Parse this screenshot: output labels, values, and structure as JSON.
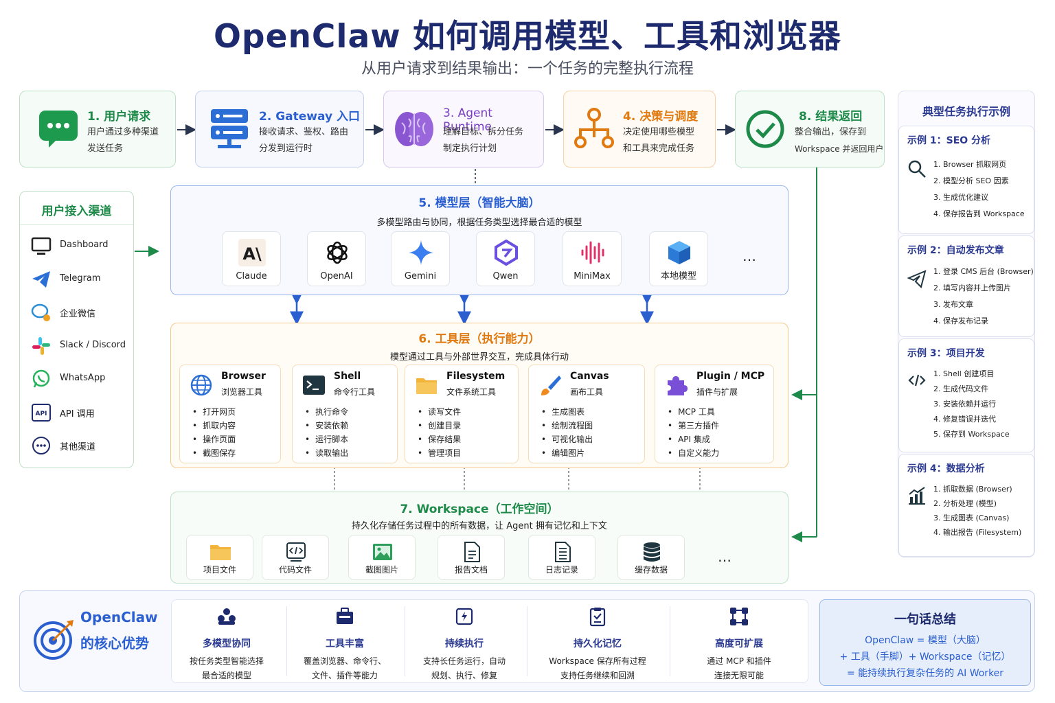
{
  "header": {
    "title": "OpenClaw 如何调用模型、工具和浏览器",
    "subtitle": "从用户请求到结果输出：一个任务的完整执行流程"
  },
  "steps": [
    {
      "title": "1. 用户请求",
      "line1": "用户通过多种渠道",
      "line2": "发送任务",
      "color": "#1e8a4a"
    },
    {
      "title": "2. Gateway 入口",
      "line1": "接收请求、鉴权、路由",
      "line2": "分发到运行时",
      "color": "#2b5fd0"
    },
    {
      "title": "3. Agent Runtime",
      "line1": "理解目标、拆分任务",
      "line2": "制定执行计划",
      "color": "#7b3fc4"
    },
    {
      "title": "4. 决策与调度",
      "line1": "决定使用哪些模型",
      "line2": "和工具来完成任务",
      "color": "#e07a10"
    },
    {
      "title": "8. 结果返回",
      "line1": "整合输出，保存到",
      "line2": "Workspace 并返回用户",
      "color": "#1e8a4a"
    }
  ],
  "channels": {
    "title": "用户接入渠道",
    "items": [
      {
        "label": "Dashboard",
        "icon": "monitor-icon"
      },
      {
        "label": "Telegram",
        "icon": "telegram-icon"
      },
      {
        "label": "企业微信",
        "icon": "wecom-icon"
      },
      {
        "label": "Slack / Discord",
        "icon": "slack-icon"
      },
      {
        "label": "WhatsApp",
        "icon": "whatsapp-icon"
      },
      {
        "label": "API 调用",
        "icon": "api-icon"
      },
      {
        "label": "其他渠道",
        "icon": "more-icon"
      }
    ]
  },
  "model_layer": {
    "title": "5. 模型层（智能大脑）",
    "desc": "多模型路由与协同，根据任务类型选择最合适的模型",
    "models": [
      "Claude",
      "OpenAI",
      "Gemini",
      "Qwen",
      "MiniMax",
      "本地模型"
    ],
    "more": "…"
  },
  "tool_layer": {
    "title": "6. 工具层（执行能力）",
    "desc": "模型通过工具与外部世界交互，完成具体行动",
    "tools": [
      {
        "name": "Browser",
        "sub": "浏览器工具",
        "items": [
          "打开网页",
          "抓取内容",
          "操作页面",
          "截图保存"
        ]
      },
      {
        "name": "Shell",
        "sub": "命令行工具",
        "items": [
          "执行命令",
          "安装依赖",
          "运行脚本",
          "读取输出"
        ]
      },
      {
        "name": "Filesystem",
        "sub": "文件系统工具",
        "items": [
          "读写文件",
          "创建目录",
          "保存结果",
          "管理项目"
        ]
      },
      {
        "name": "Canvas",
        "sub": "画布工具",
        "items": [
          "生成图表",
          "绘制流程图",
          "可视化输出",
          "编辑图片"
        ]
      },
      {
        "name": "Plugin / MCP",
        "sub": "插件与扩展",
        "items": [
          "MCP 工具",
          "第三方插件",
          "API 集成",
          "自定义能力"
        ]
      }
    ]
  },
  "workspace": {
    "title": "7. Workspace（工作空间）",
    "desc": "持久化存储任务过程中的所有数据，让 Agent 拥有记忆和上下文",
    "items": [
      "项目文件",
      "代码文件",
      "截图图片",
      "报告文档",
      "日志记录",
      "缓存数据"
    ],
    "more": "…"
  },
  "examples": {
    "title": "典型任务执行示例",
    "list": [
      {
        "title": "示例 1：SEO 分析",
        "icon": "search-icon",
        "steps": [
          "1.  Browser 抓取网页",
          "2.  模型分析 SEO 因素",
          "3.  生成优化建议",
          "4.  保存报告到 Workspace"
        ]
      },
      {
        "title": "示例 2：自动发布文章",
        "icon": "send-icon",
        "steps": [
          "1.  登录 CMS 后台 (Browser)",
          "2.  填写内容并上传图片",
          "3.  发布文章",
          "4.  保存发布记录"
        ]
      },
      {
        "title": "示例 3：项目开发",
        "icon": "code-icon",
        "steps": [
          "1.  Shell 创建项目",
          "2.  生成代码文件",
          "3.  安装依赖并运行",
          "4.  修复错误并迭代",
          "5.  保存到 Workspace"
        ]
      },
      {
        "title": "示例 4：数据分析",
        "icon": "chart-icon",
        "steps": [
          "1.  抓取数据 (Browser)",
          "2.  分析处理 (模型)",
          "3.  生成图表 (Canvas)",
          "4.  输出报告 (Filesystem)"
        ]
      }
    ]
  },
  "advantages": {
    "title_line1": "OpenClaw",
    "title_line2": "的核心优势",
    "items": [
      {
        "title": "多模型协同",
        "line1": "按任务类型智能选择",
        "line2": "最合适的模型"
      },
      {
        "title": "工具丰富",
        "line1": "覆盖浏览器、命令行、",
        "line2": "文件、插件等能力"
      },
      {
        "title": "持续执行",
        "line1": "支持长任务运行，自动",
        "line2": "规划、执行、修复"
      },
      {
        "title": "持久化记忆",
        "line1": "Workspace 保存所有过程",
        "line2": "支持任务继续和回溯"
      },
      {
        "title": "高度可扩展",
        "line1": "通过 MCP 和插件",
        "line2": "连接无限可能"
      }
    ]
  },
  "summary": {
    "title": "一句话总结",
    "line1": "OpenClaw = 模型（大脑）",
    "line2": "+ 工具（手脚）+ Workspace（记忆）",
    "line3": "= 能持续执行复杂任务的 AI Worker"
  }
}
